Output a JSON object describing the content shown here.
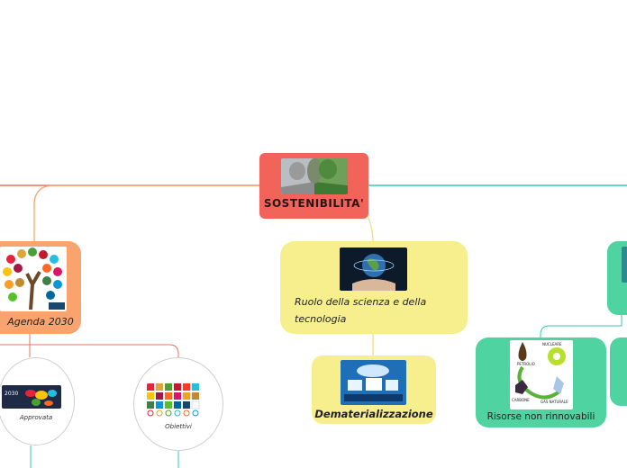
{
  "mindmap": {
    "central": {
      "label": "SOSTENIBILITA'",
      "image": "forest-landscape"
    },
    "agenda": {
      "label": "Agenda 2030",
      "image": "sdg-tree-illustration"
    },
    "ruolo": {
      "label": "Ruolo della scienza e della tecnologia",
      "image": "globe-in-hand"
    },
    "demat": {
      "label": "Dematerializzazione",
      "image": "digital-devices-cloud"
    },
    "risorse": {
      "label": "Risorse non rinnovabili",
      "image": "non-renewable-resources",
      "image_labels": [
        "NUCLEARE",
        "PETROLIO",
        "CARBONE",
        "GAS NATURALE"
      ]
    },
    "approvata": {
      "label": "Approvata",
      "image": "world-map-2030"
    },
    "obiettivi": {
      "label": "Obiettivi",
      "image": "sdg-goal-grid"
    }
  },
  "colors": {
    "central": "#f2645a",
    "agenda": "#f9a36f",
    "ruolo": "#f7ef8e",
    "risorse": "#4fd3a1",
    "line_red": "#e8735f",
    "line_orange": "#f5a46f",
    "line_teal": "#33c9b0",
    "line_yellow": "#f0e27a"
  }
}
